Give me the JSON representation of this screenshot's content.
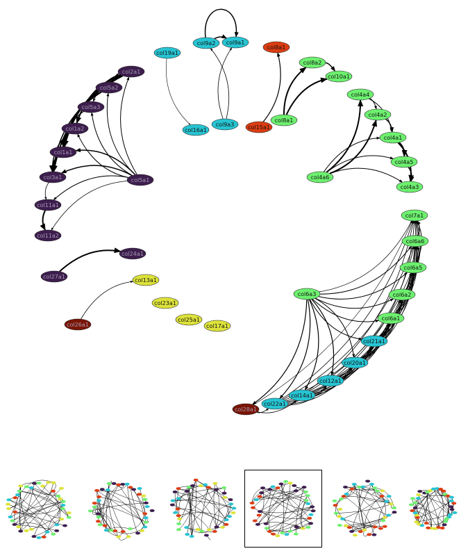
{
  "colors": {
    "purple": "#3d1e4d",
    "cyan": "#27c4d2",
    "green": "#6df06f",
    "orange": "#db3d12",
    "yellow": "#dde33a",
    "darkred": "#7a1505",
    "label_light": "#a79bb8",
    "label_dark": "#111111",
    "edge": "#000000"
  },
  "nodes": [
    {
      "id": "col9a2",
      "label": "col9a2",
      "group": "cyan"
    },
    {
      "id": "col9a1",
      "label": "col9a1",
      "group": "cyan"
    },
    {
      "id": "col19a1",
      "label": "col19a1",
      "group": "cyan"
    },
    {
      "id": "col8a1b",
      "label": "col8a1",
      "group": "orange"
    },
    {
      "id": "col8a2",
      "label": "col8a2",
      "group": "green"
    },
    {
      "id": "col10a1",
      "label": "col10a1",
      "group": "green"
    },
    {
      "id": "col2a1",
      "label": "col2a1",
      "group": "purple"
    },
    {
      "id": "col5a2",
      "label": "col5a2",
      "group": "purple"
    },
    {
      "id": "col5a3",
      "label": "col5a3",
      "group": "purple"
    },
    {
      "id": "col1a2",
      "label": "col1a2",
      "group": "purple"
    },
    {
      "id": "col1a1",
      "label": "col1a1",
      "group": "purple"
    },
    {
      "id": "col3a1",
      "label": "col3a1",
      "group": "purple"
    },
    {
      "id": "col5a1",
      "label": "col5a1",
      "group": "purple"
    },
    {
      "id": "col11a1",
      "label": "col11a1",
      "group": "purple"
    },
    {
      "id": "col11a2",
      "label": "col11a2",
      "group": "purple"
    },
    {
      "id": "col16a1",
      "label": "col16a1",
      "group": "cyan"
    },
    {
      "id": "col9a3",
      "label": "col9a3",
      "group": "cyan"
    },
    {
      "id": "col15a1",
      "label": "col15a1",
      "group": "orange"
    },
    {
      "id": "col8a1",
      "label": "col8a1",
      "group": "green"
    },
    {
      "id": "col4a4",
      "label": "col4a4",
      "group": "green"
    },
    {
      "id": "col4a2",
      "label": "col4a2",
      "group": "green"
    },
    {
      "id": "col4a1",
      "label": "col4a1",
      "group": "green"
    },
    {
      "id": "col4a5",
      "label": "col4a5",
      "group": "green"
    },
    {
      "id": "col4a6",
      "label": "col4a6",
      "group": "green"
    },
    {
      "id": "col4a3",
      "label": "col4a3",
      "group": "green"
    },
    {
      "id": "col24a1",
      "label": "col24a1",
      "group": "purple"
    },
    {
      "id": "col27a1",
      "label": "col27a1",
      "group": "purple"
    },
    {
      "id": "col13a1",
      "label": "col13a1",
      "group": "yellow"
    },
    {
      "id": "col23a1",
      "label": "col23a1",
      "group": "yellow"
    },
    {
      "id": "col25a1",
      "label": "col25a1",
      "group": "yellow"
    },
    {
      "id": "col17a1",
      "label": "col17a1",
      "group": "yellow"
    },
    {
      "id": "col26a1",
      "label": "col26a1",
      "group": "darkred"
    },
    {
      "id": "col7a1",
      "label": "col7a1",
      "group": "green"
    },
    {
      "id": "col6a6",
      "label": "col6a6",
      "group": "green"
    },
    {
      "id": "col6a5",
      "label": "col6a5",
      "group": "green"
    },
    {
      "id": "col6a3",
      "label": "col6a3",
      "group": "green"
    },
    {
      "id": "col6a2",
      "label": "col6a2",
      "group": "green"
    },
    {
      "id": "col6a1",
      "label": "col6a1",
      "group": "green"
    },
    {
      "id": "col21a1",
      "label": "col21a1",
      "group": "cyan"
    },
    {
      "id": "col20a1",
      "label": "col20a1",
      "group": "cyan"
    },
    {
      "id": "col12a1",
      "label": "col12a1",
      "group": "cyan"
    },
    {
      "id": "col14a1",
      "label": "col14a1",
      "group": "cyan"
    },
    {
      "id": "col22a1",
      "label": "col22a1",
      "group": "cyan"
    },
    {
      "id": "col28a1",
      "label": "col28a1",
      "group": "darkred"
    }
  ],
  "edges": [
    [
      "col9a2",
      "col9a1",
      1.5
    ],
    [
      "col9a3",
      "col9a2",
      0.8
    ],
    [
      "col9a3",
      "col9a1",
      0.8
    ],
    [
      "col19a1",
      "col16a1",
      0.6
    ],
    [
      "col15a1",
      "col8a1b",
      1.2
    ],
    [
      "col8a1",
      "col8a2",
      2
    ],
    [
      "col8a1",
      "col10a1",
      2
    ],
    [
      "col8a2",
      "col10a1",
      1.5
    ],
    [
      "col5a1",
      "col2a1",
      1
    ],
    [
      "col5a1",
      "col5a2",
      1
    ],
    [
      "col5a1",
      "col5a3",
      1
    ],
    [
      "col5a1",
      "col1a2",
      1
    ],
    [
      "col5a1",
      "col1a1",
      1.5
    ],
    [
      "col5a1",
      "col3a1",
      1.5
    ],
    [
      "col5a1",
      "col11a1",
      1
    ],
    [
      "col5a1",
      "col11a2",
      0.8
    ],
    [
      "col2a1",
      "col5a2",
      1.5
    ],
    [
      "col2a1",
      "col5a3",
      1
    ],
    [
      "col2a1",
      "col1a2",
      2
    ],
    [
      "col2a1",
      "col1a1",
      2
    ],
    [
      "col2a1",
      "col3a1",
      2
    ],
    [
      "col5a2",
      "col1a1",
      1.5
    ],
    [
      "col5a2",
      "col3a1",
      1.5
    ],
    [
      "col5a3",
      "col1a1",
      1
    ],
    [
      "col1a2",
      "col1a1",
      2
    ],
    [
      "col1a2",
      "col3a1",
      1.5
    ],
    [
      "col1a1",
      "col3a1",
      2
    ],
    [
      "col3a1",
      "col11a1",
      0.8
    ],
    [
      "col11a1",
      "col11a2",
      2
    ],
    [
      "col4a6",
      "col4a4",
      2
    ],
    [
      "col4a6",
      "col4a2",
      2
    ],
    [
      "col4a6",
      "col4a1",
      1
    ],
    [
      "col4a6",
      "col4a5",
      1
    ],
    [
      "col4a6",
      "col4a3",
      1
    ],
    [
      "col4a4",
      "col4a2",
      1
    ],
    [
      "col4a4",
      "col4a1",
      1
    ],
    [
      "col4a2",
      "col4a1",
      1.5
    ],
    [
      "col4a1",
      "col4a5",
      2
    ],
    [
      "col4a1",
      "col4a3",
      2
    ],
    [
      "col4a5",
      "col4a3",
      1.5
    ],
    [
      "col27a1",
      "col24a1",
      2
    ],
    [
      "col26a1",
      "col13a1",
      0.8
    ],
    [
      "col6a3",
      "col7a1",
      0.7
    ],
    [
      "col6a3",
      "col6a6",
      1
    ],
    [
      "col6a3",
      "col6a5",
      1
    ],
    [
      "col6a3",
      "col6a2",
      1
    ],
    [
      "col6a3",
      "col6a1",
      1
    ],
    [
      "col6a3",
      "col21a1",
      1
    ],
    [
      "col6a3",
      "col20a1",
      1
    ],
    [
      "col6a3",
      "col12a1",
      1.2
    ],
    [
      "col6a3",
      "col14a1",
      1.2
    ],
    [
      "col6a3",
      "col22a1",
      1.2
    ],
    [
      "col6a3",
      "col28a1",
      1.2
    ],
    [
      "col22a1",
      "col7a1",
      0.8
    ],
    [
      "col22a1",
      "col6a6",
      0.8
    ],
    [
      "col22a1",
      "col6a5",
      0.8
    ],
    [
      "col22a1",
      "col6a2",
      0.8
    ],
    [
      "col22a1",
      "col6a1",
      0.8
    ],
    [
      "col22a1",
      "col21a1",
      0.8
    ],
    [
      "col22a1",
      "col20a1",
      0.8
    ],
    [
      "col22a1",
      "col12a1",
      0.8
    ],
    [
      "col22a1",
      "col14a1",
      0.8
    ],
    [
      "col14a1",
      "col7a1",
      0.8
    ],
    [
      "col14a1",
      "col6a6",
      0.8
    ],
    [
      "col14a1",
      "col6a5",
      0.8
    ],
    [
      "col14a1",
      "col6a2",
      0.8
    ],
    [
      "col14a1",
      "col6a1",
      0.8
    ],
    [
      "col14a1",
      "col21a1",
      0.8
    ],
    [
      "col14a1",
      "col20a1",
      0.8
    ],
    [
      "col14a1",
      "col12a1",
      0.8
    ],
    [
      "col12a1",
      "col7a1",
      0.8
    ],
    [
      "col12a1",
      "col6a6",
      0.8
    ],
    [
      "col12a1",
      "col6a5",
      0.8
    ],
    [
      "col12a1",
      "col6a2",
      0.8
    ],
    [
      "col12a1",
      "col6a1",
      0.8
    ],
    [
      "col12a1",
      "col21a1",
      0.8
    ],
    [
      "col12a1",
      "col20a1",
      0.8
    ],
    [
      "col20a1",
      "col7a1",
      0.8
    ],
    [
      "col20a1",
      "col6a6",
      0.8
    ],
    [
      "col20a1",
      "col6a5",
      0.8
    ],
    [
      "col20a1",
      "col6a2",
      0.8
    ],
    [
      "col20a1",
      "col6a1",
      0.8
    ],
    [
      "col20a1",
      "col21a1",
      0.8
    ],
    [
      "col21a1",
      "col7a1",
      0.8
    ],
    [
      "col21a1",
      "col6a6",
      0.8
    ],
    [
      "col21a1",
      "col6a5",
      0.8
    ],
    [
      "col21a1",
      "col6a2",
      0.8
    ],
    [
      "col21a1",
      "col6a1",
      0.8
    ],
    [
      "col6a1",
      "col7a1",
      0.8
    ],
    [
      "col6a1",
      "col6a6",
      0.8
    ],
    [
      "col6a1",
      "col6a5",
      0.8
    ],
    [
      "col6a1",
      "col6a2",
      0.8
    ],
    [
      "col6a2",
      "col7a1",
      0.8
    ],
    [
      "col6a2",
      "col6a6",
      0.8
    ],
    [
      "col6a2",
      "col6a5",
      0.8
    ],
    [
      "col6a5",
      "col7a1",
      1
    ],
    [
      "col6a5",
      "col6a6",
      1
    ],
    [
      "col6a6",
      "col7a1",
      1.2
    ],
    [
      "col28a1",
      "col22a1",
      0.8
    ],
    [
      "col28a1",
      "col14a1",
      0.8
    ],
    [
      "col28a1",
      "col7a1",
      0.6
    ]
  ],
  "thumbnails": [
    {
      "id": "thumb-1",
      "selected": false
    },
    {
      "id": "thumb-2",
      "selected": false
    },
    {
      "id": "thumb-3",
      "selected": false
    },
    {
      "id": "thumb-4",
      "selected": true
    },
    {
      "id": "thumb-5",
      "selected": false
    },
    {
      "id": "thumb-6",
      "selected": false
    }
  ]
}
